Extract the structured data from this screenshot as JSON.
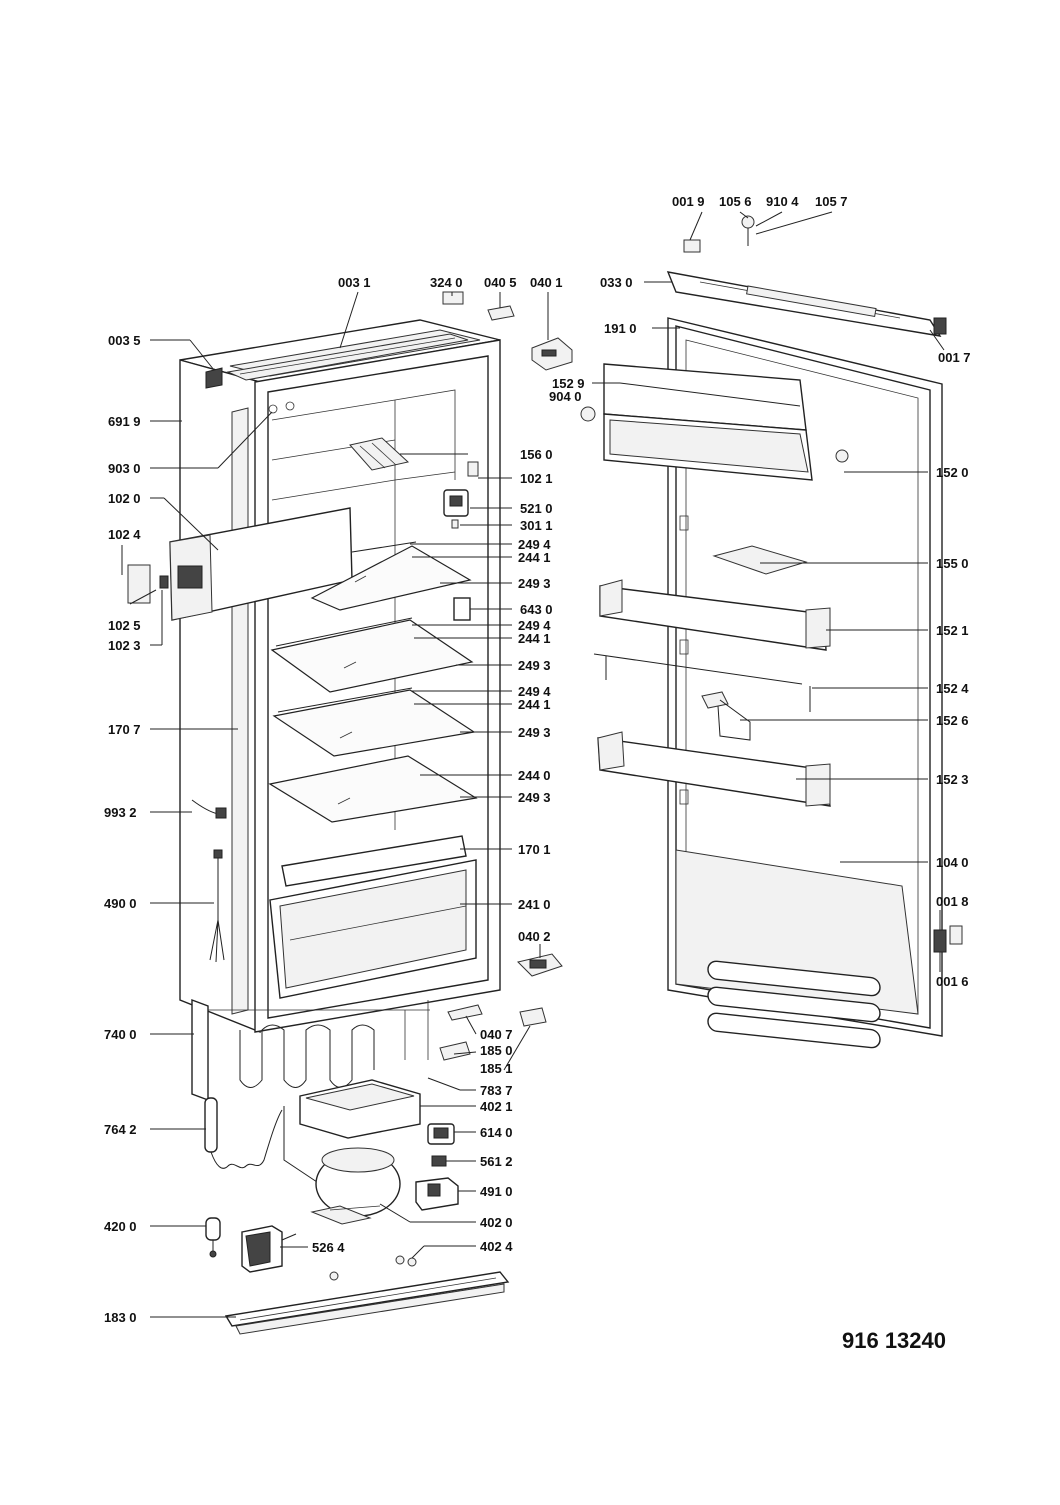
{
  "diagram_title": "",
  "reference_number": "916 13240",
  "labels": [
    "001 9",
    "105 6",
    "910 4",
    "105 7",
    "003 1",
    "324 0",
    "040 5",
    "040 1",
    "033 0",
    "003 5",
    "191 0",
    "001 7",
    "152 9",
    "904 0",
    "691 9",
    "156 0",
    "903 0",
    "102 1",
    "152 0",
    "102 0",
    "521 0",
    "301 1",
    "102 4",
    "249 4",
    "244 1",
    "249 3",
    "155 0",
    "102 5",
    "643 0",
    "102 3",
    "249 4",
    "244 1",
    "152 1",
    "249 3",
    "152 4",
    "249 4",
    "244 1",
    "170 7",
    "249 3",
    "152 6",
    "244 0",
    "152 3",
    "249 3",
    "993 2",
    "170 1",
    "104 0",
    "490 0",
    "241 0",
    "001 8",
    "040 2",
    "001 6",
    "740 0",
    "040 7",
    "185 0",
    "185 1",
    "783 7",
    "402 1",
    "764 2",
    "614 0",
    "561 2",
    "491 0",
    "420 0",
    "402 0",
    "526 4",
    "402 4",
    "183 0"
  ]
}
